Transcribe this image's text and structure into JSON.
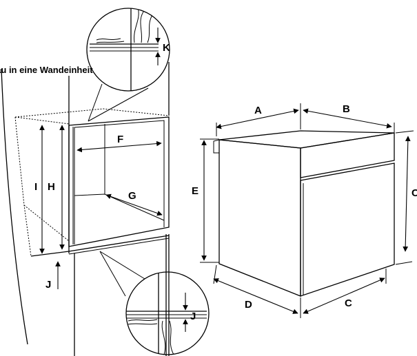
{
  "diagram": {
    "caption": "Einbau in eine Wandeinheit",
    "labels": {
      "A": "A",
      "B": "B",
      "C": "C",
      "C_right": "C",
      "D": "D",
      "E": "E",
      "F": "F",
      "G": "G",
      "H": "H",
      "I": "I",
      "J": "J",
      "J_detail": "J",
      "K": "K"
    }
  },
  "colors": {
    "line": "#000000",
    "steel_dark": "#4d4d4d",
    "steel_light": "#f2f2f2",
    "background": "#ffffff"
  }
}
